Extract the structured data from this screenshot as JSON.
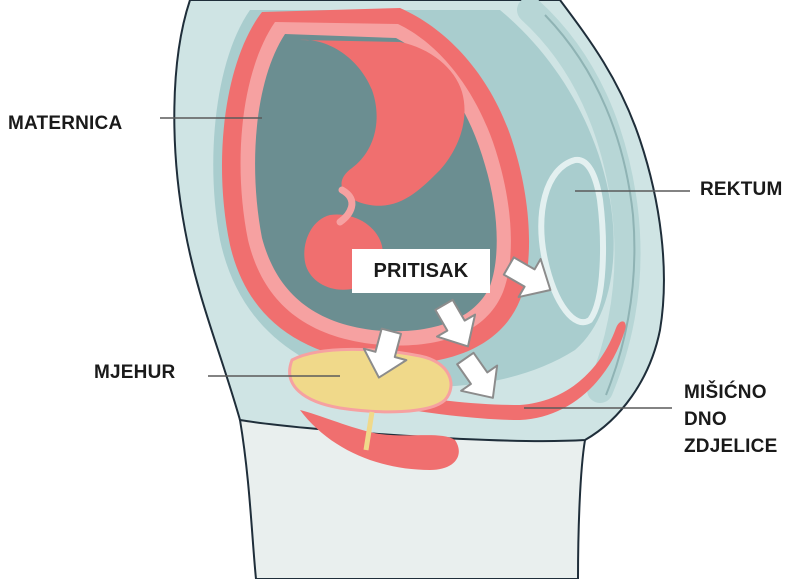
{
  "labels": {
    "uterus": "MATERNICA",
    "rectum": "REKTUM",
    "bladder": "MJEHUR",
    "pressure": "PRITISAK",
    "pelvic_floor_line1": "MIŠIĆNO",
    "pelvic_floor_line2": "DNO",
    "pelvic_floor_line3": "ZDJELICE"
  },
  "colors": {
    "body": "#cfe4e4",
    "body_outline": "#1f2e3a",
    "lower_body": "#e9efee",
    "abdominal_cavity": "#a9cdce",
    "uterus_wall": "#f06f6f",
    "uterus_wall_light": "#f6a1a1",
    "fetus": "#6b8e91",
    "bladder": "#f0d98a",
    "rectum_fill": "#a9cdce",
    "arrow_fill": "#ffffff",
    "arrow_stroke": "#8c8c8c",
    "leader_line": "#5a5a5a"
  }
}
